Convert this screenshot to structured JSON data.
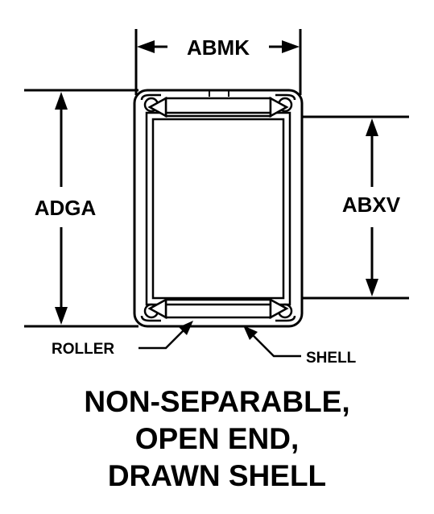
{
  "dimensions": {
    "width_label": "ABMK",
    "outer_height_label": "ADGA",
    "inner_height_label": "ABXV"
  },
  "callouts": {
    "roller": "ROLLER",
    "shell": "SHELL"
  },
  "caption": {
    "line1": "NON-SEPARABLE,",
    "line2": "OPEN END,",
    "line3": "DRAWN SHELL"
  }
}
